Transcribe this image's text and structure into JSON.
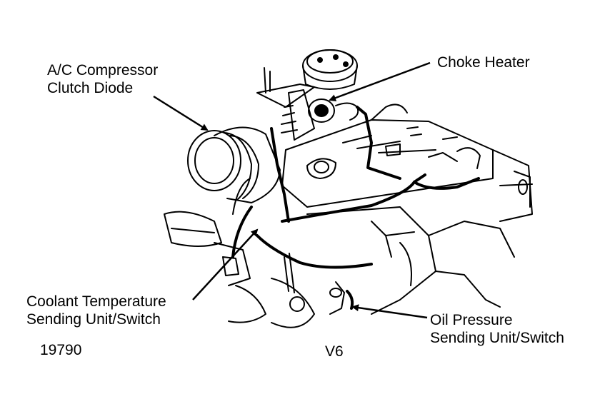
{
  "labels": {
    "ac_compressor": [
      "A/C Compressor",
      "Clutch Diode"
    ],
    "choke_heater": [
      "Choke Heater"
    ],
    "coolant_temp": [
      "Coolant Temperature",
      "Sending Unit/Switch"
    ],
    "oil_pressure": [
      "Oil Pressure",
      "Sending Unit/Switch"
    ]
  },
  "figure_number": "19790",
  "engine_type": "V6",
  "colors": {
    "ink": "#000000",
    "paper": "#ffffff"
  }
}
